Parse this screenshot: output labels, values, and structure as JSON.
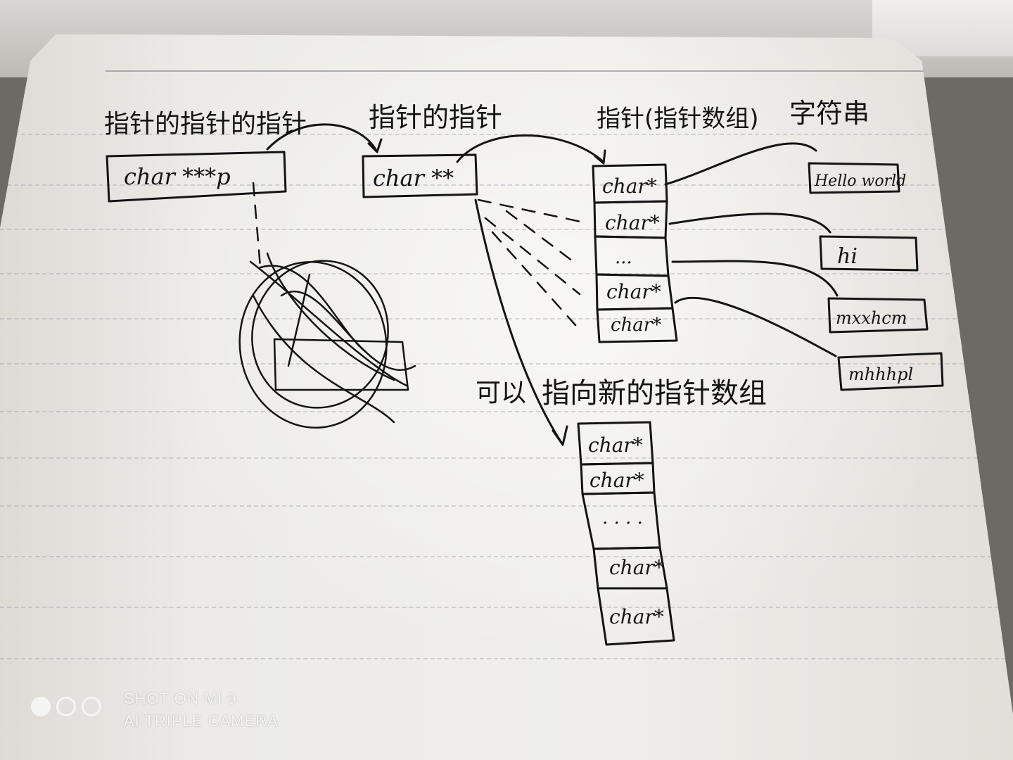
{
  "headings": {
    "triple_pointer": "指针的指针的指针",
    "double_pointer": "指针的指针",
    "pointer_array": "指针(指针数组)",
    "strings": "字符串"
  },
  "boxes": {
    "triple_pointer": "char ***p",
    "double_pointer": "char **"
  },
  "pointer_array": [
    "char*",
    "char*",
    "...",
    "char*",
    "char*"
  ],
  "strings": [
    "Hello world",
    "hi",
    "mxxhcm",
    "mhhhpl"
  ],
  "new_array_label": "指向新的指针数组",
  "new_array_prefix": "可以",
  "new_array": [
    "char*",
    "char*",
    ". . . .",
    "char*",
    "char*"
  ],
  "watermark": {
    "line1": "SHOT ON MI 9",
    "line2": "AI TRIPLE CAMERA",
    "color": "#f4f4f4"
  }
}
